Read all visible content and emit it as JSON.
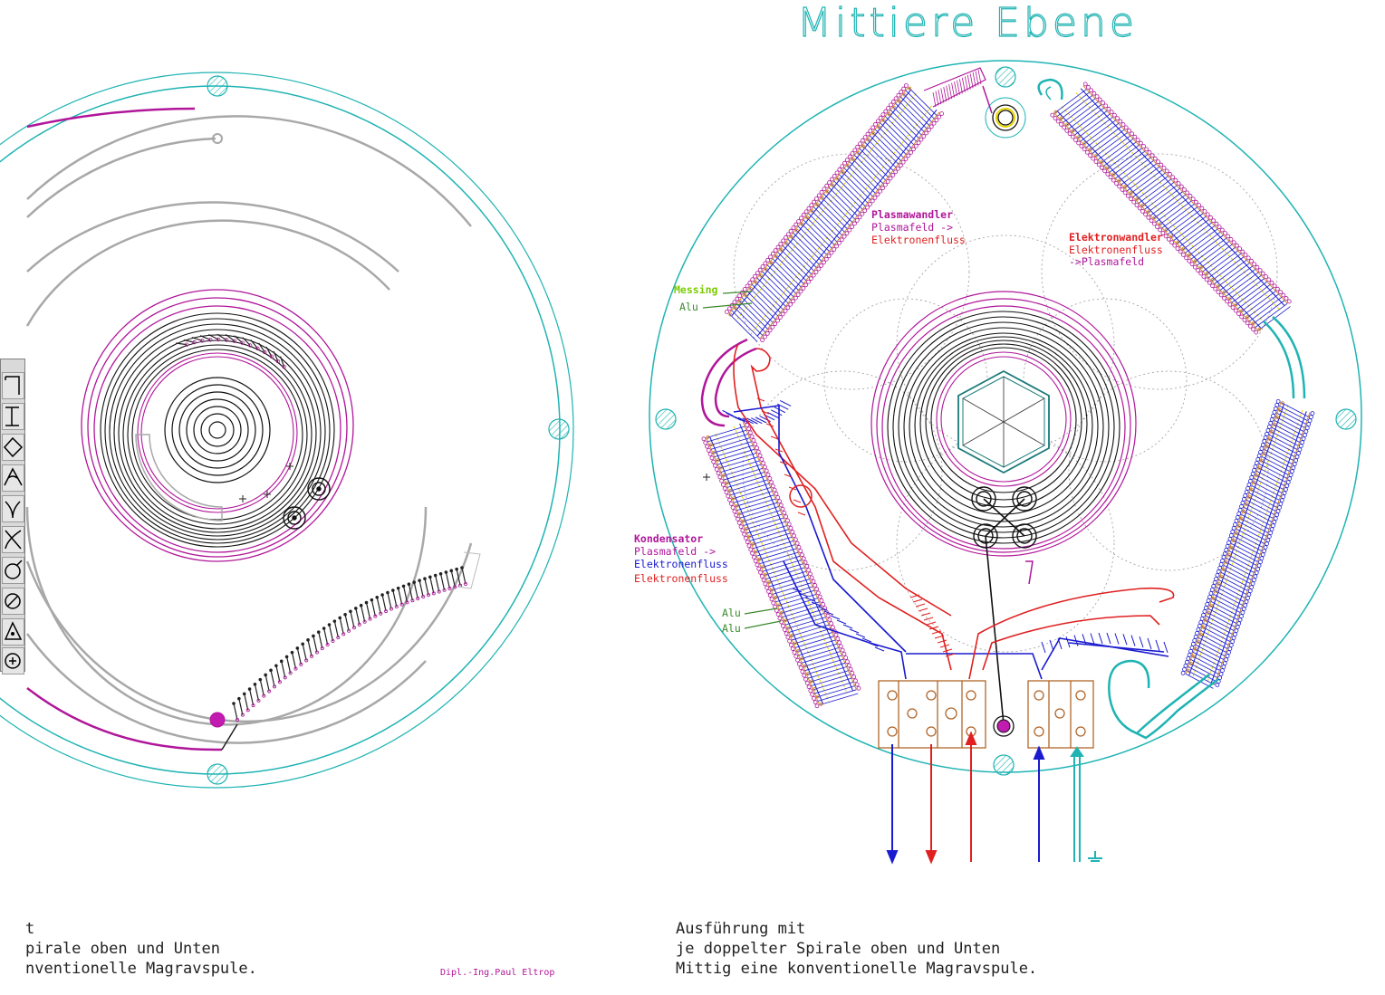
{
  "title": "Mittiere Ebene",
  "labels": {
    "plasmawandler": {
      "title": "Plasmawandler",
      "line1": "Plasmafeld ->",
      "line2": "Elektronenfluss"
    },
    "elektronwandler": {
      "title": "Elektronwandler",
      "line1": "Elektronenfluss",
      "line2": "->Plasmafeld"
    },
    "kondensator": {
      "title": "Kondensator",
      "line1": "Plasmafeld ->",
      "line2": "Elektronenfluss",
      "line3": "Elektronenfluss"
    },
    "messing": "Messing",
    "alu_top": "Alu",
    "alu_1": "Alu",
    "alu_2": "Alu"
  },
  "left_caption": [
    "t",
    "pirale oben und Unten",
    "nventionelle Magravspule."
  ],
  "right_caption": [
    "Ausführung mit",
    "je doppelter Spirale oben und Unten",
    "Mittig eine konventionelle Magravspule."
  ],
  "signature": "Dipl.-Ing.Paul Eltrop",
  "toolbox": [
    "line-tool-icon",
    "rect-tool-icon",
    "diamond-tool-icon",
    "angle-tool-icon",
    "fillet-tool-icon",
    "trim-tool-icon",
    "circle-tool-icon",
    "diameter-tool-icon",
    "polygon-tool-icon",
    "center-tool-icon"
  ],
  "colors": {
    "cyan": "#1fb3b3",
    "magenta": "#b0169a",
    "blue": "#1a1ad0",
    "red": "#e02020",
    "orange": "#d58a2a",
    "yellow": "#e8d400",
    "green": "#3a8a2a",
    "lime": "#7acc00",
    "gray": "#9a9a9a"
  }
}
